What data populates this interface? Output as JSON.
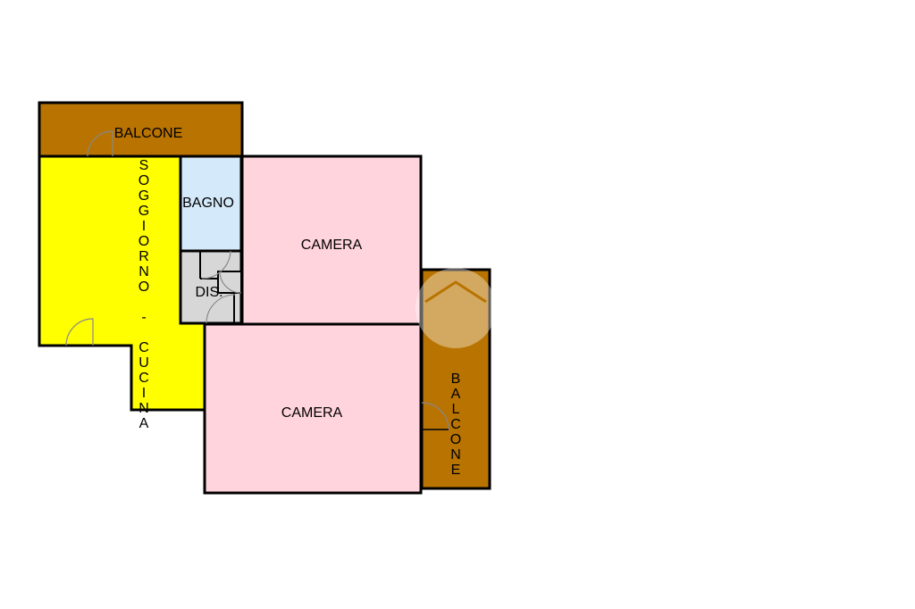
{
  "floor_plan": {
    "rooms": {
      "balcone_top": {
        "label": "BALCONE",
        "fill": "#b87300"
      },
      "soggiorno_cucina": {
        "label": "SOGGIORNO - CUCINA",
        "fill": "#ffff00"
      },
      "bagno": {
        "label": "BAGNO",
        "fill": "#d4e9fa"
      },
      "dis": {
        "label": "DIS.",
        "fill": "#d7d7d7"
      },
      "camera_top": {
        "label": "CAMERA",
        "fill": "#ffd4dc"
      },
      "camera_bottom": {
        "label": "CAMERA",
        "fill": "#ffd4dc"
      },
      "balcone_right": {
        "label": "BALCONE",
        "fill": "#b87300"
      }
    },
    "wall_color": "#000000",
    "door_arc_color": "#888888",
    "watermark_icon": "house-icon"
  }
}
